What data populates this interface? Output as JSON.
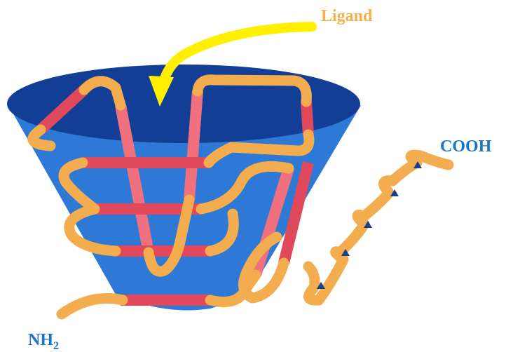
{
  "labels": {
    "ligand": "Ligand",
    "cooh": "COOH",
    "nh": "NH",
    "nh_sub": "2"
  },
  "colors": {
    "barrel_fill": "#2f79d6",
    "barrel_rim_dark": "#123f95",
    "strand_red": "#e0495c",
    "strand_pink": "#f0707d",
    "loop_orange": "#f3ad4e",
    "ligand_arrow": "#fff000",
    "ligand_text": "#f2b14b",
    "terminus_text": "#1a74c9",
    "helix_marker": "#1a3f8a"
  },
  "icons": {
    "ligand_arrow": "curved-arrow-icon",
    "helix_marker": "triangle-icon"
  }
}
